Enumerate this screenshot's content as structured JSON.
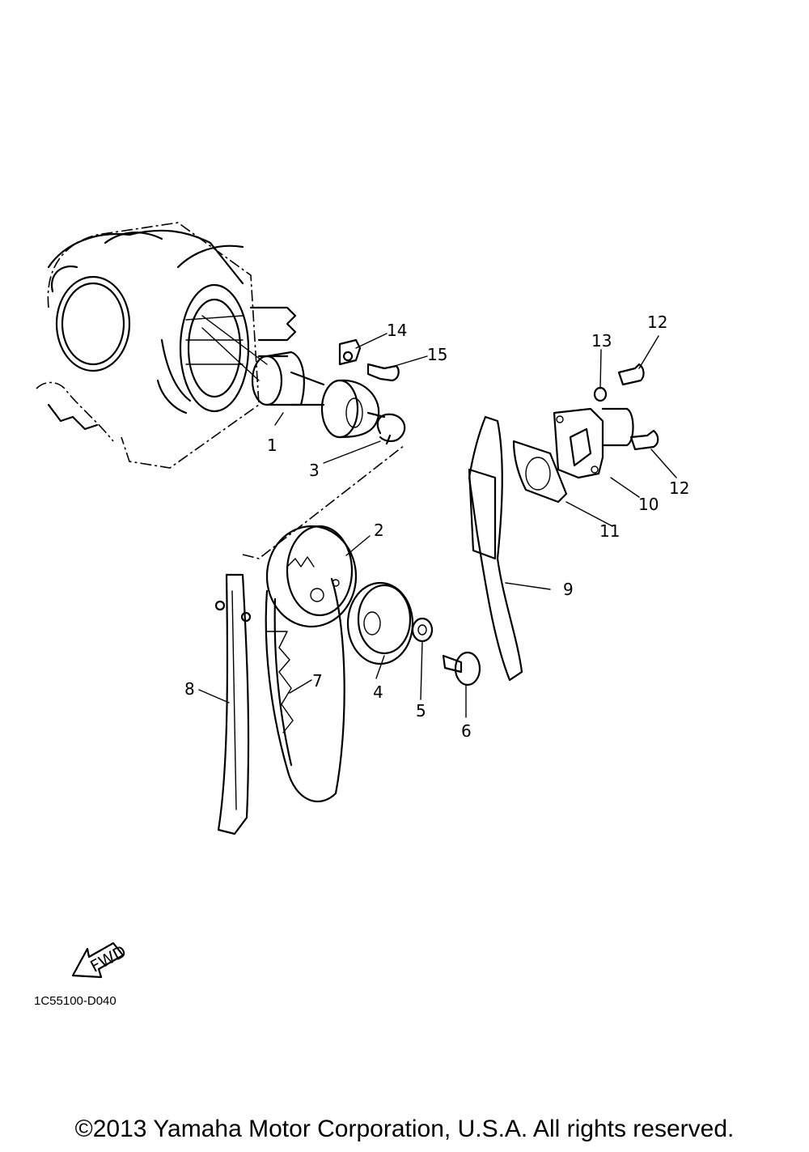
{
  "diagram": {
    "callouts": [
      "1",
      "2",
      "3",
      "4",
      "5",
      "6",
      "7",
      "8",
      "9",
      "10",
      "11",
      "12",
      "12",
      "13",
      "14",
      "15"
    ],
    "fwd_label": "FWD",
    "drawing_code": "1C55100-D040"
  },
  "footer": {
    "copyright": "©2013 Yamaha Motor Corporation, U.S.A. All rights reserved."
  }
}
